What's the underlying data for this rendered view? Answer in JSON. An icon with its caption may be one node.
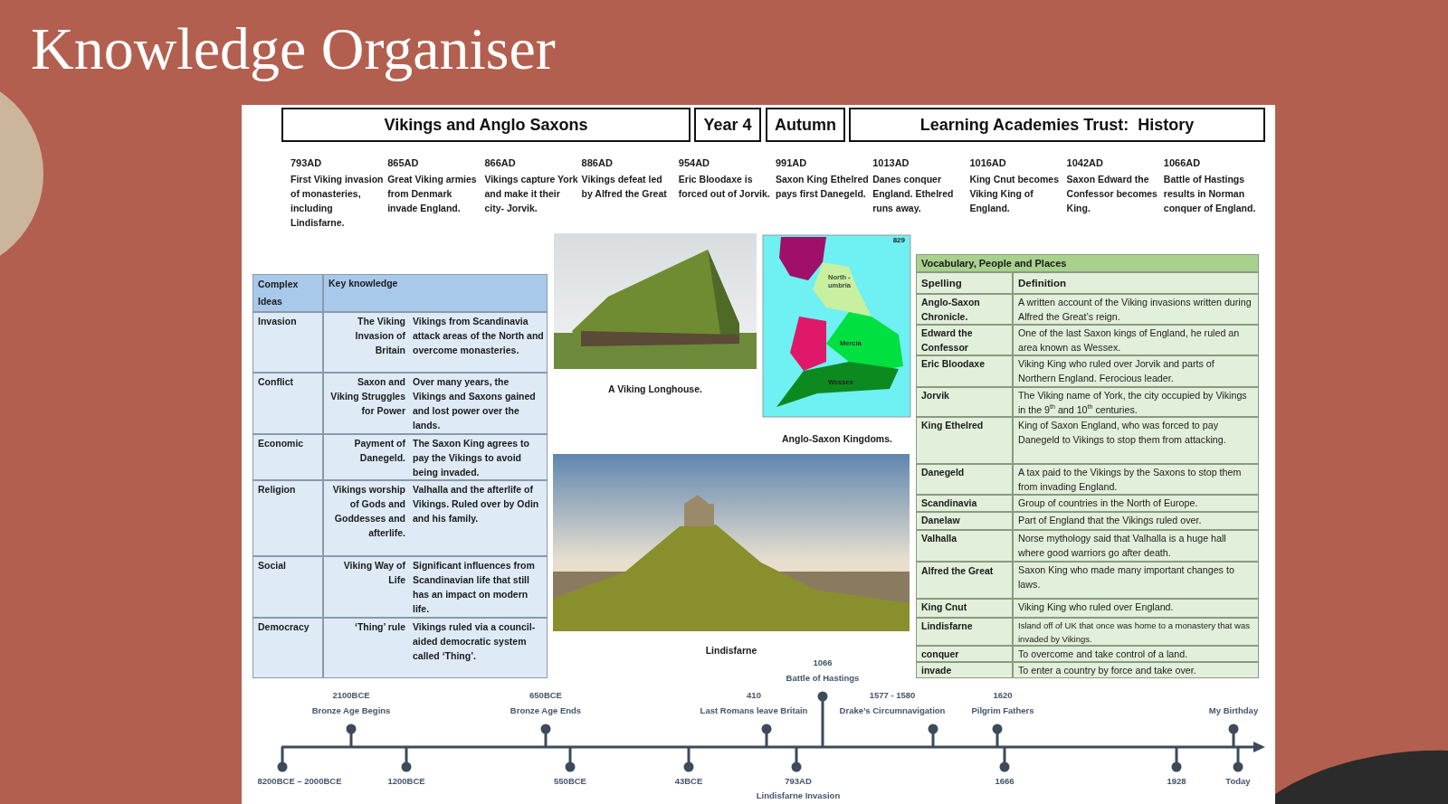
{
  "diagram": {
    "title": "Knowledge Organiser",
    "nodes": [
      {
        "text": [
          "Vikings and Anglo Saxons"
        ]
      },
      {
        "text": [
          "Year 4"
        ]
      },
      {
        "text": [
          "Autumn"
        ]
      },
      {
        "text": [
          "Learning Academies Trust:  History"
        ]
      }
    ],
    "labels": [
      "793AD",
      "First Viking invasion of monasteries, including Lindisfarne.",
      "865AD",
      "Great Viking armies from Denmark invade England.",
      "866AD",
      "Vikings capture York and make it their city- Jorvik.",
      "886AD",
      "Vikings defeat led  by Alfred the Great",
      "954AD",
      "Eric Bloodaxe is forced out of Jorvik.",
      "991AD",
      "Saxon King Ethelred pays first Danegeld.",
      "1013AD",
      "Danes conquer England. Ethelred runs away.",
      "1016AD",
      "King Cnut becomes Viking King of England.",
      "1042AD",
      "Saxon Edward the Confessor becomes King.",
      "1066AD",
      "Battle of Hastings results in Norman conquer of England.",
      "Complex Ideas",
      "Key knowledge",
      "Invasion",
      "The Viking Invasion of Britain",
      "Vikings from Scandinavia attack areas of the North and overcome monasteries.",
      "Conflict",
      "Saxon and Viking Struggles for Power",
      "Over many years, the Vikings and Saxons gained and lost power over the lands.",
      "Economic",
      "Payment of Danegeld.",
      "The Saxon King agrees to pay the Vikings to avoid being invaded.",
      "Religion",
      "Vikings worship of Gods and Goddesses and afterlife.",
      "Valhalla and the afterlife of Vikings. Ruled over by Odin and his family.",
      "Social",
      "Viking Way of Life",
      "Significant influences from Scandinavian life that still has an impact on modern life.",
      "Democracy",
      "‘Thing’ rule",
      "Vikings ruled via a council-aided democratic system called ‘Thing’.",
      "A Viking Longhouse.",
      "829",
      "North -umbria",
      "Mercia",
      "Wessex",
      "Anglo-Saxon Kingdoms.",
      "Lindisfarne",
      "Vocabulary, People and Places",
      "Spelling",
      "Definition",
      "Anglo-Saxon Chronicle.",
      "A written account of the Viking invasions written during Alfred the Great’s reign.",
      "Edward the Confessor",
      "One of the last Saxon kings of England, he ruled an area known as Wessex.",
      "Eric Bloodaxe",
      "Viking King who ruled over Jorvik and parts of Northern England. Ferocious leader.",
      "Jorvik",
      "The Viking name of York, the city occupied by Vikings in the 9$^{th}$ and 10$^{th}$ centuries.",
      "King Ethelred",
      "King of Saxon England, who was forced to pay Danegeld to Vikings to stop them from attacking.",
      "Danegeld",
      "A tax paid to the Vikings by the Saxons to stop them from invading England.",
      "Scandinavia",
      "Group of countries in the North of Europe.",
      "Danelaw",
      "Part of England that the Vikings ruled over.",
      "Valhalla",
      "Norse mythology said that Valhalla is a huge hall where good warriors go after death.",
      "Alfred the Great",
      "Saxon King who made many important changes to laws.",
      "King Cnut",
      "Viking King who ruled over England.",
      "Lindisfarne",
      "Island off of UK that once was home to a monastery that was invaded by Vikings.",
      "conquer",
      "To overcome and take control of a land.",
      "invade",
      "To enter a country by force and take over.",
      "8200BCE – 2000BCE",
      "2100BCE",
      "Bronze Age Begins",
      "1200BCE",
      "650BCE",
      "Bronze Age Ends",
      "550BCE",
      "43BCE",
      "410",
      "Last Romans leave Britain",
      "793AD",
      "Lindisfarne Invasion",
      "1066",
      "Battle of Hastings",
      "1577 - 1580",
      "Drake’s Circumnavigation",
      "1620",
      "Pilgrim Fathers",
      "1666",
      "1928",
      "My Birthday",
      "Today"
    ]
  }
}
